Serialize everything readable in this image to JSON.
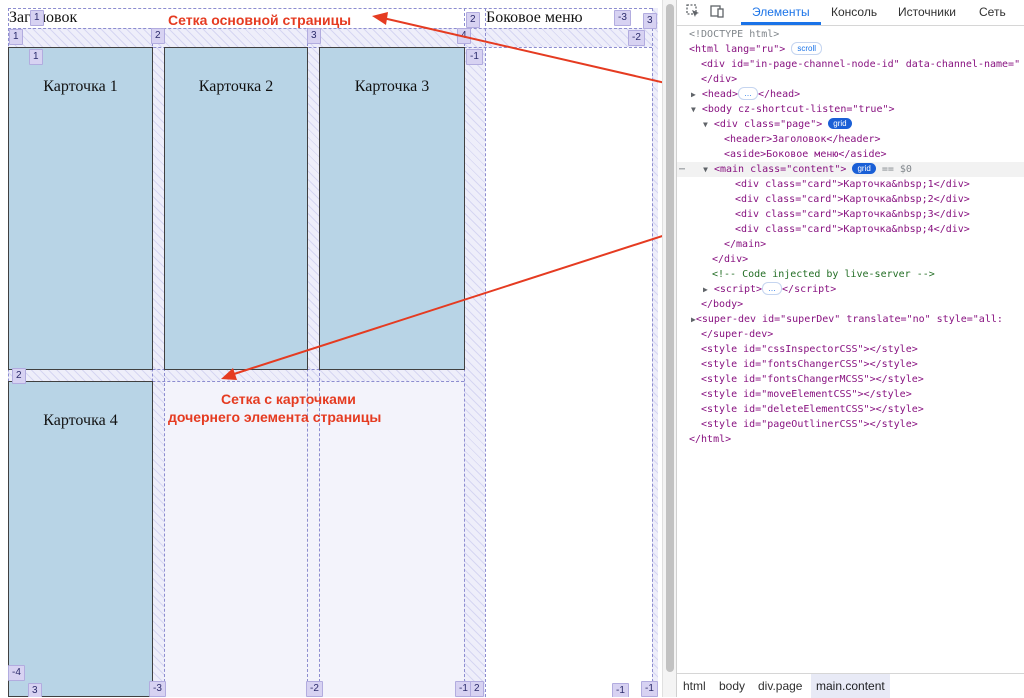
{
  "page": {
    "header_text": "Заголовок",
    "aside_text": "Боковое меню",
    "cards": [
      "Карточка 1",
      "Карточка 2",
      "Карточка 3",
      "Карточка 4"
    ]
  },
  "annotations": {
    "main_grid": "Сетка основной страницы",
    "child_grid_line1": "Сетка с карточками",
    "child_grid_line2": "дочернего элемента страницы"
  },
  "grid_labels": {
    "page_cols_top": [
      "1",
      "2",
      "3"
    ],
    "page_rows": [
      "1",
      "2",
      "3"
    ],
    "page_cols_bottom": [
      "-3",
      "-2",
      "-1"
    ],
    "content_cols": [
      "1",
      "2",
      "3",
      "4"
    ],
    "content_rows": [
      "1",
      "2"
    ],
    "content_neg": [
      "-1",
      "-2",
      "-3",
      "-4"
    ],
    "misc_neg": [
      "-1",
      "-2"
    ]
  },
  "devtools": {
    "tabs": [
      "Элементы",
      "Консоль",
      "Источники",
      "Сеть"
    ],
    "active_tab": "Элементы",
    "breadcrumbs": [
      "html",
      "body",
      "div.page",
      "main.content"
    ],
    "tree": [
      "<!DOCTYPE html>",
      "<html lang=\"ru\">",
      "<div id=\"in-page-channel-node-id\" data-channel-name=\"",
      "</div>",
      "<head>",
      "<body cz-shortcut-listen=\"true\">",
      "<div class=\"page\">",
      "<header>Заголовок</header>",
      "<aside>Боковое меню</aside>",
      "<main class=\"content\">",
      "<div class=\"card\">Карточка&nbsp;1</div>",
      "<div class=\"card\">Карточка&nbsp;2</div>",
      "<div class=\"card\">Карточка&nbsp;3</div>",
      "<div class=\"card\">Карточка&nbsp;4</div>",
      "</main>",
      "</div>",
      "<!-- Code injected by live-server -->",
      "<script>",
      "</body>",
      "<super-dev id=\"superDev\" translate=\"no\" style=\"all:",
      "</super-dev>",
      "<style id=\"cssInspectorCSS\"></style>",
      "<style id=\"fontsChangerCSS\"></style>",
      "<style id=\"fontsChangerMCSS\"></style>",
      "<style id=\"moveElementCSS\"></style>",
      "<style id=\"deleteElementCSS\"></style>",
      "<style id=\"pageOutlinerCSS\"></style>",
      "</html>"
    ],
    "badges": {
      "scroll": "scroll",
      "grid": "grid",
      "ellipsis": "…",
      "dollar0": "== $0"
    }
  },
  "colors": {
    "card_bg": "#b8d4e6",
    "annotation": "#e53b21",
    "devtools_accent": "#1a73e8",
    "grid_badge": "#1a5fd6"
  }
}
